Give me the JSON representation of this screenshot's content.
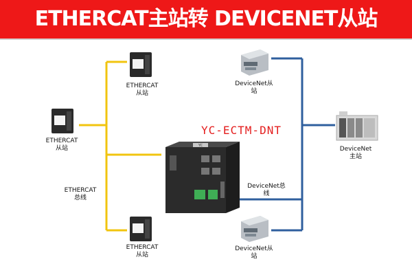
{
  "header": {
    "title": "ETHERCAT主站转 DEVICENET从站"
  },
  "product": {
    "model": "YC-ECTM-DNT",
    "brand": "YC"
  },
  "ethercat": {
    "slave_top": "ETHERCAT\n从站",
    "slave_left": "ETHERCAT\n从站",
    "bus": "ETHERCAT\n总线",
    "slave_bottom": "ETHERCAT\n从站"
  },
  "devicenet": {
    "slave_top": "DeviceNet从\n站",
    "master": "DeviceNet\n主站",
    "bus": "DeviceNet总\n线",
    "slave_bottom": "DeviceNet从\n站"
  },
  "colors": {
    "header_bg": "#ee1818",
    "ethercat_line": "#f1c40f",
    "devicenet_line": "#2f5f9e",
    "model_text": "#e41e1e"
  }
}
